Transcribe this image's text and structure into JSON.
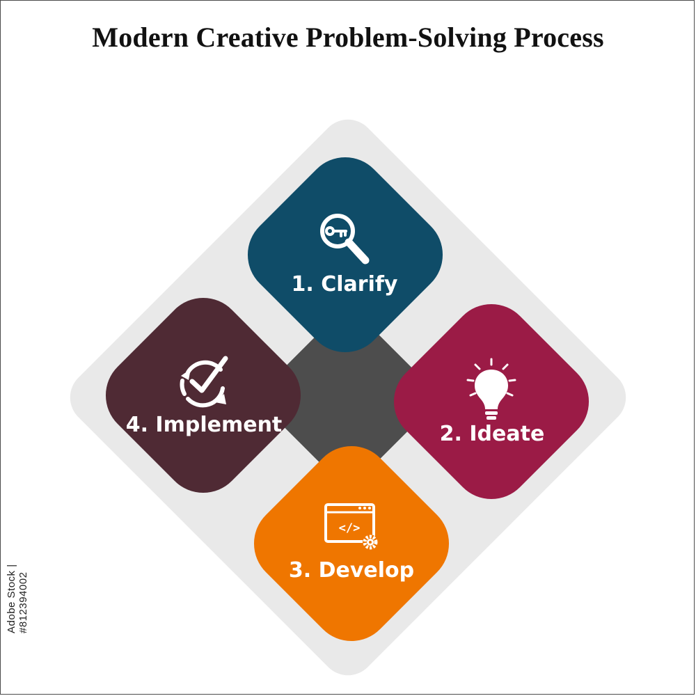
{
  "title": "Modern Creative Problem-Solving Process",
  "steps": [
    {
      "label": "1. Clarify",
      "icon": "magnifier-key-icon",
      "color": "#0f4c68"
    },
    {
      "label": "2. Ideate",
      "icon": "lightbulb-icon",
      "color": "#9b1b46"
    },
    {
      "label": "3. Develop",
      "icon": "code-window-gear-icon",
      "color": "#ef7600"
    },
    {
      "label": "4. Implement",
      "icon": "cycle-check-icon",
      "color": "#4f2a34"
    }
  ],
  "colors": {
    "backdrop": "#e9e9e9",
    "center": "#4d4d4d"
  },
  "credit": "Adobe Stock | #812394002"
}
